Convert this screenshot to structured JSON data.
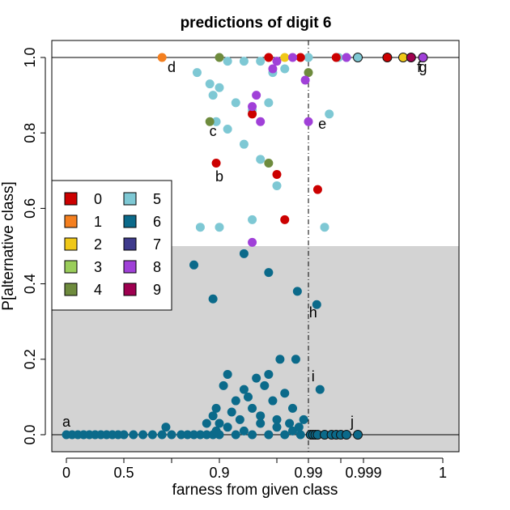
{
  "chart_data": {
    "type": "scatter",
    "title": "predictions of digit 6",
    "xlabel": "farness from given class",
    "ylabel": "P[alternative class]",
    "x_scale": "farness (logit-like): ticks at 0, 0.5, 0.9, 0.99, 0.999, 1",
    "x_ticks": [
      {
        "value": 0,
        "label": "0"
      },
      {
        "value": 0.5,
        "label": "0.5"
      },
      {
        "value": 0.75,
        "label": ""
      },
      {
        "value": 0.9,
        "label": "0.9"
      },
      {
        "value": 0.97,
        "label": ""
      },
      {
        "value": 0.99,
        "label": "0.99"
      },
      {
        "value": 0.997,
        "label": ""
      },
      {
        "value": 0.999,
        "label": "0.999"
      },
      {
        "value": 1,
        "label": "1"
      }
    ],
    "y_ticks": [
      {
        "value": 0.0,
        "label": "0.0"
      },
      {
        "value": 0.2,
        "label": "0.2"
      },
      {
        "value": 0.4,
        "label": "0.4"
      },
      {
        "value": 0.6,
        "label": "0.6"
      },
      {
        "value": 0.8,
        "label": "0.8"
      },
      {
        "value": 1.0,
        "label": "1.0"
      }
    ],
    "ylim": [
      -0.04,
      1.04
    ],
    "shaded_region_below": 0.5,
    "reference_hlines": [
      0,
      1
    ],
    "reference_vline": 0.99,
    "grid": false,
    "legend_placement": "middle-left",
    "legend": [
      {
        "label": "0",
        "color": "#CC0000"
      },
      {
        "label": "1",
        "color": "#F47F1F"
      },
      {
        "label": "2",
        "color": "#F0C818"
      },
      {
        "label": "3",
        "color": "#9ACD5A"
      },
      {
        "label": "4",
        "color": "#6E8B3D"
      },
      {
        "label": "5",
        "color": "#7EC8D4"
      },
      {
        "label": "6",
        "color": "#0B6A8A"
      },
      {
        "label": "7",
        "color": "#3E3A8C"
      },
      {
        "label": "8",
        "color": "#A040D8"
      },
      {
        "label": "9",
        "color": "#9E0050"
      }
    ],
    "annotations": [
      {
        "text": "a",
        "x": 0.0,
        "y": 0.03
      },
      {
        "text": "b",
        "x": 0.9,
        "y": 0.68
      },
      {
        "text": "c",
        "x": 0.88,
        "y": 0.8
      },
      {
        "text": "d",
        "x": 0.75,
        "y": 0.97
      },
      {
        "text": "e",
        "x": 0.993,
        "y": 0.82
      },
      {
        "text": "f",
        "x": 0.9997,
        "y": 0.97
      },
      {
        "text": "g",
        "x": 0.99975,
        "y": 0.97
      },
      {
        "text": "h",
        "x": 0.991,
        "y": 0.32
      },
      {
        "text": "i",
        "x": 0.991,
        "y": 0.15
      },
      {
        "text": "j",
        "x": 0.998,
        "y": 0.03
      }
    ],
    "points": [
      {
        "x": 0.0,
        "y": 0.0,
        "c": 6
      },
      {
        "x": 0.05,
        "y": 0.0,
        "c": 6
      },
      {
        "x": 0.1,
        "y": 0.0,
        "c": 6
      },
      {
        "x": 0.15,
        "y": 0.0,
        "c": 6
      },
      {
        "x": 0.2,
        "y": 0.0,
        "c": 6
      },
      {
        "x": 0.25,
        "y": 0.0,
        "c": 6
      },
      {
        "x": 0.3,
        "y": 0.0,
        "c": 6
      },
      {
        "x": 0.35,
        "y": 0.0,
        "c": 6
      },
      {
        "x": 0.4,
        "y": 0.0,
        "c": 6
      },
      {
        "x": 0.45,
        "y": 0.0,
        "c": 6
      },
      {
        "x": 0.5,
        "y": 0.0,
        "c": 6
      },
      {
        "x": 0.55,
        "y": 0.0,
        "c": 6
      },
      {
        "x": 0.6,
        "y": 0.0,
        "c": 6
      },
      {
        "x": 0.65,
        "y": 0.0,
        "c": 6
      },
      {
        "x": 0.7,
        "y": 0.0,
        "c": 6
      },
      {
        "x": 0.72,
        "y": 0.02,
        "c": 6
      },
      {
        "x": 0.75,
        "y": 0.0,
        "c": 6
      },
      {
        "x": 0.78,
        "y": 0.0,
        "c": 6
      },
      {
        "x": 0.8,
        "y": 0.0,
        "c": 6
      },
      {
        "x": 0.82,
        "y": 0.0,
        "c": 6
      },
      {
        "x": 0.84,
        "y": 0.0,
        "c": 6
      },
      {
        "x": 0.86,
        "y": 0.0,
        "c": 6
      },
      {
        "x": 0.88,
        "y": 0.0,
        "c": 6
      },
      {
        "x": 0.89,
        "y": 0.01,
        "c": 6
      },
      {
        "x": 0.9,
        "y": 0.0,
        "c": 6
      },
      {
        "x": 0.91,
        "y": 0.02,
        "c": 6
      },
      {
        "x": 0.92,
        "y": 0.0,
        "c": 6
      },
      {
        "x": 0.93,
        "y": 0.01,
        "c": 6
      },
      {
        "x": 0.94,
        "y": 0.0,
        "c": 6
      },
      {
        "x": 0.95,
        "y": 0.03,
        "c": 6
      },
      {
        "x": 0.96,
        "y": 0.0,
        "c": 6
      },
      {
        "x": 0.97,
        "y": 0.02,
        "c": 6
      },
      {
        "x": 0.975,
        "y": 0.0,
        "c": 6
      },
      {
        "x": 0.98,
        "y": 0.01,
        "c": 6
      },
      {
        "x": 0.985,
        "y": 0.0,
        "c": 6
      },
      {
        "x": 0.86,
        "y": 0.03,
        "c": 6
      },
      {
        "x": 0.88,
        "y": 0.05,
        "c": 6
      },
      {
        "x": 0.89,
        "y": 0.07,
        "c": 6
      },
      {
        "x": 0.9,
        "y": 0.03,
        "c": 6
      },
      {
        "x": 0.905,
        "y": 0.13,
        "c": 6
      },
      {
        "x": 0.91,
        "y": 0.16,
        "c": 6
      },
      {
        "x": 0.915,
        "y": 0.06,
        "c": 6
      },
      {
        "x": 0.92,
        "y": 0.09,
        "c": 6
      },
      {
        "x": 0.925,
        "y": 0.04,
        "c": 6
      },
      {
        "x": 0.93,
        "y": 0.12,
        "c": 6
      },
      {
        "x": 0.935,
        "y": 0.1,
        "c": 6
      },
      {
        "x": 0.94,
        "y": 0.07,
        "c": 6
      },
      {
        "x": 0.945,
        "y": 0.15,
        "c": 6
      },
      {
        "x": 0.95,
        "y": 0.05,
        "c": 6
      },
      {
        "x": 0.955,
        "y": 0.13,
        "c": 6
      },
      {
        "x": 0.96,
        "y": 0.16,
        "c": 6
      },
      {
        "x": 0.965,
        "y": 0.09,
        "c": 6
      },
      {
        "x": 0.97,
        "y": 0.04,
        "c": 6
      },
      {
        "x": 0.972,
        "y": 0.2,
        "c": 6
      },
      {
        "x": 0.975,
        "y": 0.11,
        "c": 6
      },
      {
        "x": 0.978,
        "y": 0.03,
        "c": 6
      },
      {
        "x": 0.98,
        "y": 0.07,
        "c": 6
      },
      {
        "x": 0.982,
        "y": 0.2,
        "c": 6
      },
      {
        "x": 0.984,
        "y": 0.02,
        "c": 6
      },
      {
        "x": 0.987,
        "y": 0.04,
        "c": 6
      },
      {
        "x": 0.82,
        "y": 0.45,
        "c": 6
      },
      {
        "x": 0.88,
        "y": 0.36,
        "c": 6
      },
      {
        "x": 0.93,
        "y": 0.48,
        "c": 6
      },
      {
        "x": 0.96,
        "y": 0.43,
        "c": 6
      },
      {
        "x": 0.983,
        "y": 0.38,
        "c": 6
      },
      {
        "x": 0.9918,
        "y": 0.345,
        "c": 6
      },
      {
        "x": 0.9925,
        "y": 0.12,
        "c": 6
      },
      {
        "x": 0.9905,
        "y": 0.0,
        "c": 6
      },
      {
        "x": 0.991,
        "y": 0.0,
        "c": 6
      },
      {
        "x": 0.9915,
        "y": 0.0,
        "c": 6
      },
      {
        "x": 0.992,
        "y": 0.0,
        "c": 6
      },
      {
        "x": 0.9935,
        "y": 0.0,
        "c": 6
      },
      {
        "x": 0.995,
        "y": 0.0,
        "c": 6
      },
      {
        "x": 0.996,
        "y": 0.0,
        "c": 6
      },
      {
        "x": 0.997,
        "y": 0.0,
        "c": 6
      },
      {
        "x": 0.9975,
        "y": 0.0,
        "c": 6
      },
      {
        "x": 0.9985,
        "y": 0.0,
        "c": 6
      },
      {
        "x": 0.83,
        "y": 0.96,
        "c": 5
      },
      {
        "x": 0.87,
        "y": 0.93,
        "c": 5
      },
      {
        "x": 0.88,
        "y": 0.9,
        "c": 5
      },
      {
        "x": 0.9,
        "y": 0.92,
        "c": 5
      },
      {
        "x": 0.92,
        "y": 0.88,
        "c": 5
      },
      {
        "x": 0.89,
        "y": 0.83,
        "c": 5
      },
      {
        "x": 0.91,
        "y": 0.81,
        "c": 5
      },
      {
        "x": 0.93,
        "y": 0.77,
        "c": 5
      },
      {
        "x": 0.94,
        "y": 0.86,
        "c": 5
      },
      {
        "x": 0.95,
        "y": 0.73,
        "c": 5
      },
      {
        "x": 0.96,
        "y": 0.88,
        "c": 5
      },
      {
        "x": 0.97,
        "y": 0.66,
        "c": 5
      },
      {
        "x": 0.99,
        "y": 1.0,
        "c": 5
      },
      {
        "x": 0.91,
        "y": 0.99,
        "c": 5
      },
      {
        "x": 0.93,
        "y": 0.99,
        "c": 5
      },
      {
        "x": 0.95,
        "y": 0.99,
        "c": 5
      },
      {
        "x": 0.965,
        "y": 0.96,
        "c": 5
      },
      {
        "x": 0.975,
        "y": 0.97,
        "c": 5
      },
      {
        "x": 0.84,
        "y": 0.55,
        "c": 5
      },
      {
        "x": 0.9,
        "y": 0.55,
        "c": 5
      },
      {
        "x": 0.94,
        "y": 0.57,
        "c": 5
      },
      {
        "x": 0.9935,
        "y": 0.55,
        "c": 5
      },
      {
        "x": 0.9945,
        "y": 0.85,
        "c": 5
      },
      {
        "x": 0.9965,
        "y": 1.0,
        "c": 5
      },
      {
        "x": 0.9975,
        "y": 1.0,
        "c": 5
      },
      {
        "x": 0.9985,
        "y": 1.0,
        "c": 5
      },
      {
        "x": 0.89,
        "y": 0.72,
        "c": 0
      },
      {
        "x": 0.94,
        "y": 0.85,
        "c": 0
      },
      {
        "x": 0.97,
        "y": 0.69,
        "c": 0
      },
      {
        "x": 0.975,
        "y": 0.57,
        "c": 0
      },
      {
        "x": 0.992,
        "y": 0.65,
        "c": 0
      },
      {
        "x": 0.96,
        "y": 1.0,
        "c": 0
      },
      {
        "x": 0.985,
        "y": 1.0,
        "c": 0
      },
      {
        "x": 0.996,
        "y": 1.0,
        "c": 0
      },
      {
        "x": 0.9993,
        "y": 1.0,
        "c": 0
      },
      {
        "x": 0.7,
        "y": 1.0,
        "c": 1
      },
      {
        "x": 0.975,
        "y": 1.0,
        "c": 2
      },
      {
        "x": 0.9995,
        "y": 1.0,
        "c": 2
      },
      {
        "x": 0.87,
        "y": 0.83,
        "c": 4
      },
      {
        "x": 0.96,
        "y": 0.72,
        "c": 4
      },
      {
        "x": 0.9,
        "y": 1.0,
        "c": 4
      },
      {
        "x": 0.99,
        "y": 0.96,
        "c": 4
      },
      {
        "x": 0.94,
        "y": 0.87,
        "c": 8
      },
      {
        "x": 0.945,
        "y": 0.9,
        "c": 8
      },
      {
        "x": 0.95,
        "y": 0.83,
        "c": 8
      },
      {
        "x": 0.94,
        "y": 0.51,
        "c": 8
      },
      {
        "x": 0.99,
        "y": 0.83,
        "c": 8
      },
      {
        "x": 0.988,
        "y": 0.94,
        "c": 8
      },
      {
        "x": 0.965,
        "y": 0.97,
        "c": 8
      },
      {
        "x": 0.97,
        "y": 0.99,
        "c": 8
      },
      {
        "x": 0.98,
        "y": 1.0,
        "c": 8
      },
      {
        "x": 0.9975,
        "y": 1.0,
        "c": 8
      },
      {
        "x": 0.99975,
        "y": 1.0,
        "c": 8
      },
      {
        "x": 0.9996,
        "y": 1.0,
        "c": 9
      }
    ]
  }
}
